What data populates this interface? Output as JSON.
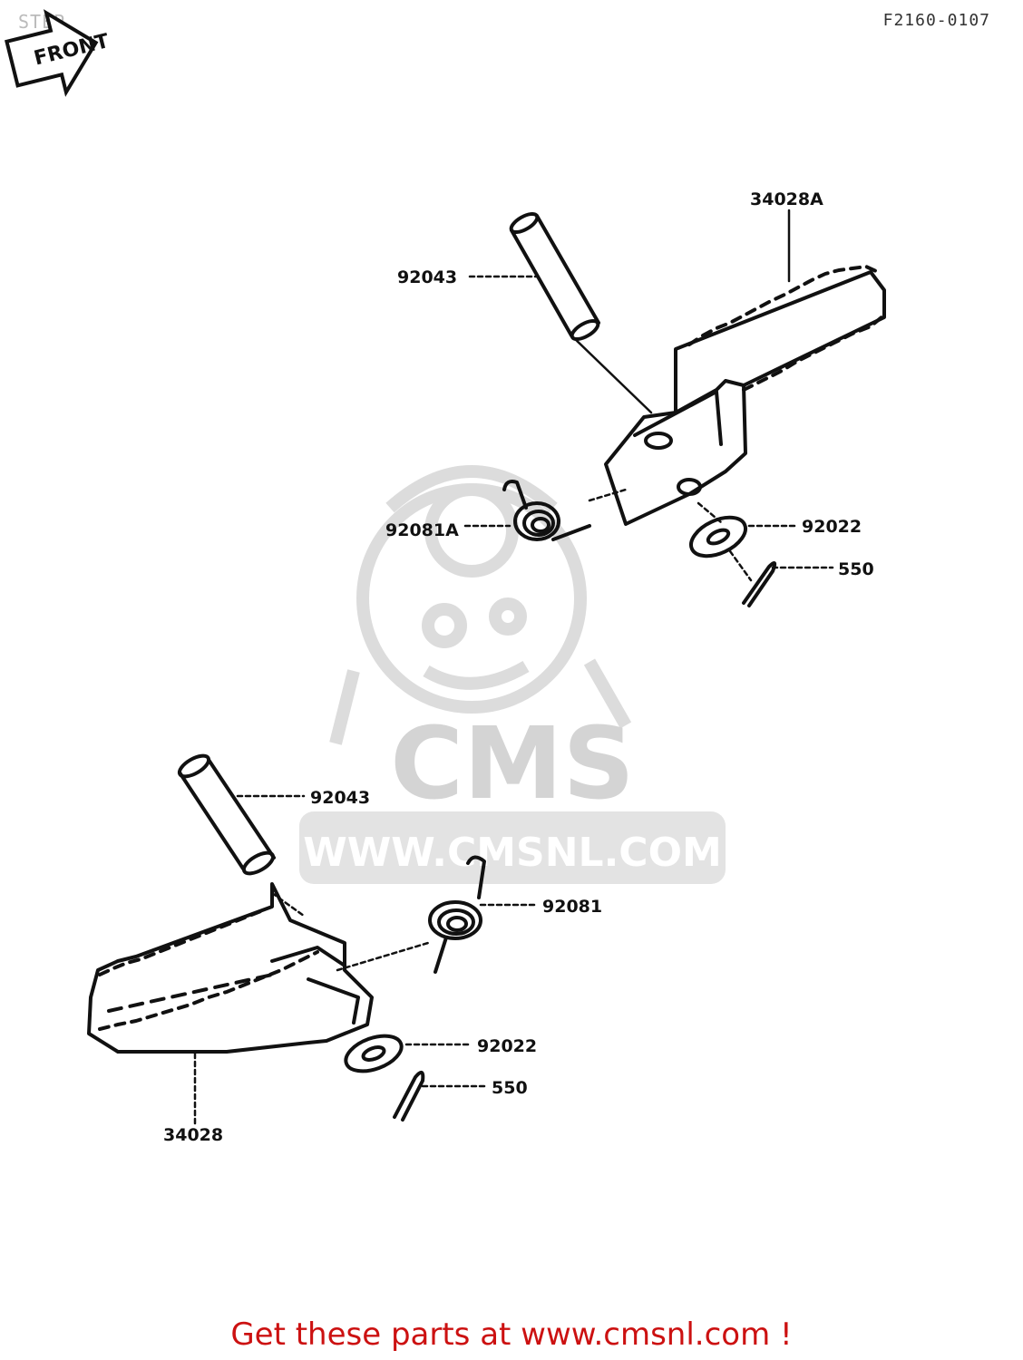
{
  "header": {
    "title": "STEP",
    "diagram_code": "F2160-0107",
    "front_label": "FRONT"
  },
  "parts": {
    "upper": {
      "step": "34028A",
      "pin": "92043",
      "spring": "92081A",
      "washer": "92022",
      "cotter_pin": "550"
    },
    "lower": {
      "step": "34028",
      "pin": "92043",
      "spring": "92081",
      "washer": "92022",
      "cotter_pin": "550"
    }
  },
  "watermark": {
    "brand": "CMS",
    "url": "WWW.CMSNL.COM"
  },
  "footer": {
    "text": "Get these parts at www.cmsnl.com !"
  },
  "colors": {
    "footer": "#cc1111",
    "watermark": "#d4d4d4",
    "line": "#111111"
  }
}
